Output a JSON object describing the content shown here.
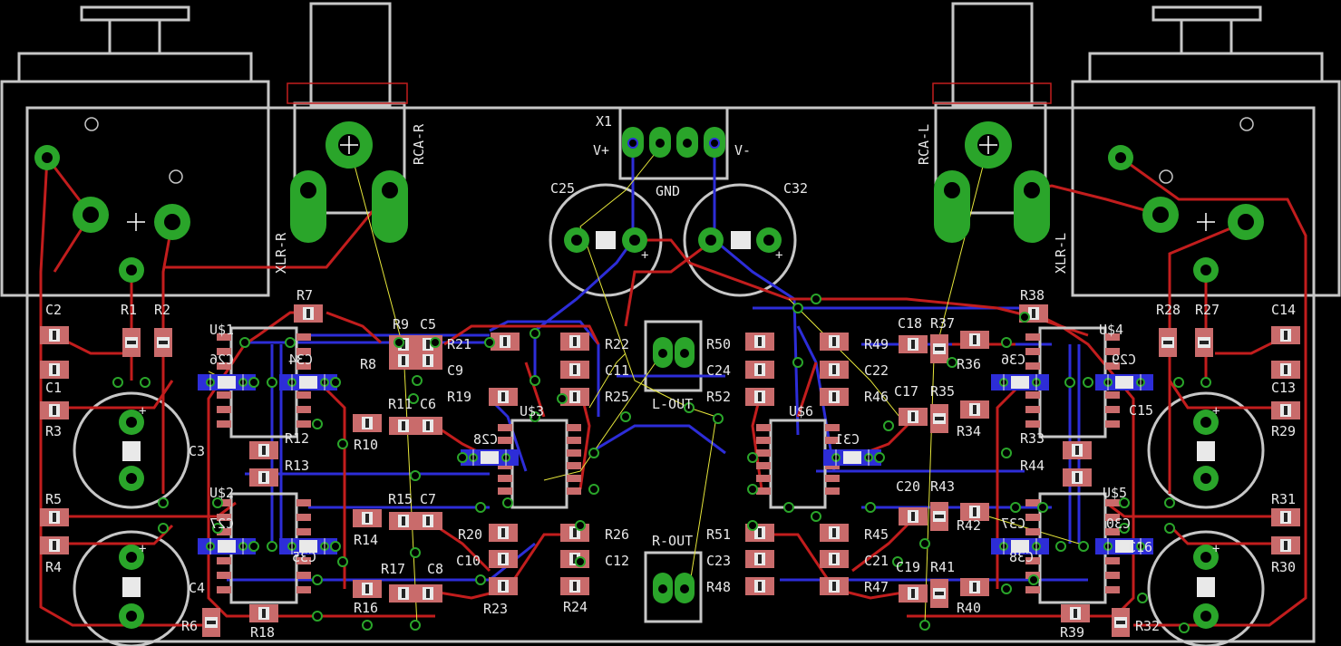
{
  "colors": {
    "background": "#000000",
    "outline": "#c7c7c7",
    "top_copper": "#c21d1d",
    "bottom_copper": "#2d2dd8",
    "pad": "#2aa52a",
    "smd_pad": "#c96b6b",
    "smd_body": "#e9e9e9",
    "label": "#e8e8e8",
    "airwire": "#e6e63a"
  },
  "connector_labels": {
    "x1": "X1",
    "vplus": "V+",
    "vminus": "V-",
    "gnd": "GND",
    "rca_r": "RCA-R",
    "rca_l": "RCA-L",
    "xlr_r": "XLR-R",
    "xlr_l": "XLR-L",
    "l_out": "L-OUT",
    "r_out": "R-OUT",
    "plus": "+"
  },
  "components": [
    {
      "name": "C25",
      "kind": "cap-label"
    },
    {
      "name": "C32",
      "kind": "cap-label"
    },
    {
      "name": "R7"
    },
    {
      "name": "R9"
    },
    {
      "name": "C5"
    },
    {
      "name": "R8"
    },
    {
      "name": "R21"
    },
    {
      "name": "C9"
    },
    {
      "name": "R22"
    },
    {
      "name": "C11"
    },
    {
      "name": "R19"
    },
    {
      "name": "R25"
    },
    {
      "name": "U$1"
    },
    {
      "name": "U$2"
    },
    {
      "name": "U$3"
    },
    {
      "name": "U$4"
    },
    {
      "name": "U$5"
    },
    {
      "name": "U$6"
    },
    {
      "name": "C2"
    },
    {
      "name": "R1"
    },
    {
      "name": "R2"
    },
    {
      "name": "C1"
    },
    {
      "name": "R3"
    },
    {
      "name": "C3"
    },
    {
      "name": "C26"
    },
    {
      "name": "C34"
    },
    {
      "name": "R11"
    },
    {
      "name": "C6"
    },
    {
      "name": "R10"
    },
    {
      "name": "R12"
    },
    {
      "name": "R13"
    },
    {
      "name": "C28"
    },
    {
      "name": "R5"
    },
    {
      "name": "R4"
    },
    {
      "name": "C4"
    },
    {
      "name": "R6"
    },
    {
      "name": "R18"
    },
    {
      "name": "C27"
    },
    {
      "name": "C35"
    },
    {
      "name": "R15"
    },
    {
      "name": "C7"
    },
    {
      "name": "R14"
    },
    {
      "name": "R17"
    },
    {
      "name": "C8"
    },
    {
      "name": "R16"
    },
    {
      "name": "R20"
    },
    {
      "name": "C10"
    },
    {
      "name": "R23"
    },
    {
      "name": "R24"
    },
    {
      "name": "R26"
    },
    {
      "name": "C12"
    },
    {
      "name": "R50"
    },
    {
      "name": "C24"
    },
    {
      "name": "R52"
    },
    {
      "name": "R49"
    },
    {
      "name": "C22"
    },
    {
      "name": "R46"
    },
    {
      "name": "C31"
    },
    {
      "name": "R51"
    },
    {
      "name": "C23"
    },
    {
      "name": "R48"
    },
    {
      "name": "R45"
    },
    {
      "name": "C21"
    },
    {
      "name": "R47"
    },
    {
      "name": "R38"
    },
    {
      "name": "C18"
    },
    {
      "name": "R37"
    },
    {
      "name": "R36"
    },
    {
      "name": "C17"
    },
    {
      "name": "R35"
    },
    {
      "name": "R34"
    },
    {
      "name": "R33"
    },
    {
      "name": "R44"
    },
    {
      "name": "C20"
    },
    {
      "name": "R43"
    },
    {
      "name": "R42"
    },
    {
      "name": "C19"
    },
    {
      "name": "R41"
    },
    {
      "name": "R40"
    },
    {
      "name": "R39"
    },
    {
      "name": "R32"
    },
    {
      "name": "C36"
    },
    {
      "name": "C29"
    },
    {
      "name": "C37"
    },
    {
      "name": "C30"
    },
    {
      "name": "C38"
    },
    {
      "name": "C16"
    },
    {
      "name": "R28"
    },
    {
      "name": "R27"
    },
    {
      "name": "C14"
    },
    {
      "name": "C13"
    },
    {
      "name": "C15"
    },
    {
      "name": "R29"
    },
    {
      "name": "R31"
    },
    {
      "name": "R30"
    }
  ]
}
